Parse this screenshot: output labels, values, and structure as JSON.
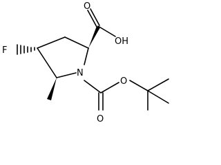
{
  "structure": {
    "atoms": {
      "fluorine": "F",
      "ring_nitrogen": "N",
      "acid_carbonyl_oxygen": "O",
      "acid_hydroxyl": "OH",
      "carbamate_carbonyl_oxygen": "O",
      "carbamate_ester_oxygen": "O"
    }
  }
}
